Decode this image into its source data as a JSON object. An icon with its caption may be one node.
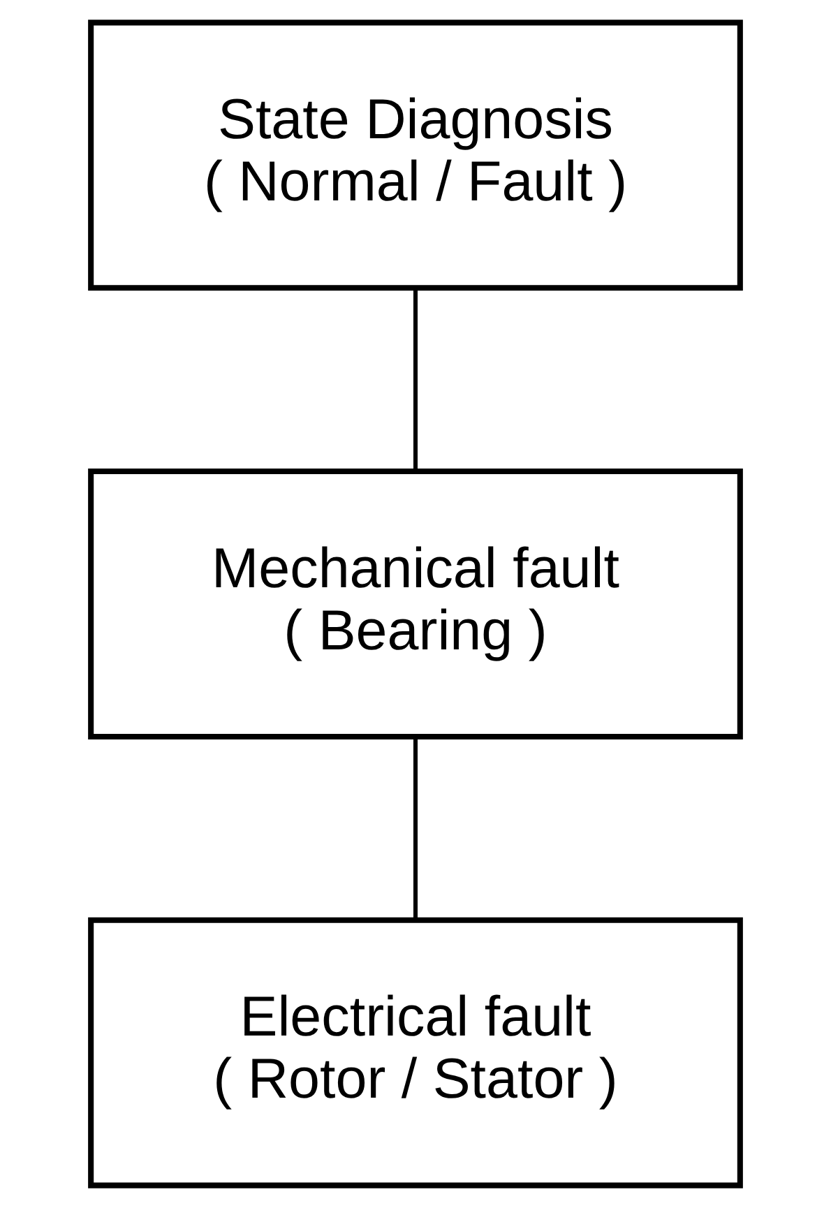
{
  "diagram": {
    "nodes": [
      {
        "text": [
          "State Diagnosis",
          "( Normal / Fault )"
        ]
      },
      {
        "text": [
          "Mechanical fault",
          "( Bearing )"
        ]
      },
      {
        "text": [
          "Electrical fault",
          "( Rotor / Stator )"
        ]
      }
    ],
    "edges": [
      {
        "from": 0,
        "to": 1,
        "arrow": "none"
      },
      {
        "from": 1,
        "to": 2,
        "arrow": "none"
      }
    ]
  }
}
